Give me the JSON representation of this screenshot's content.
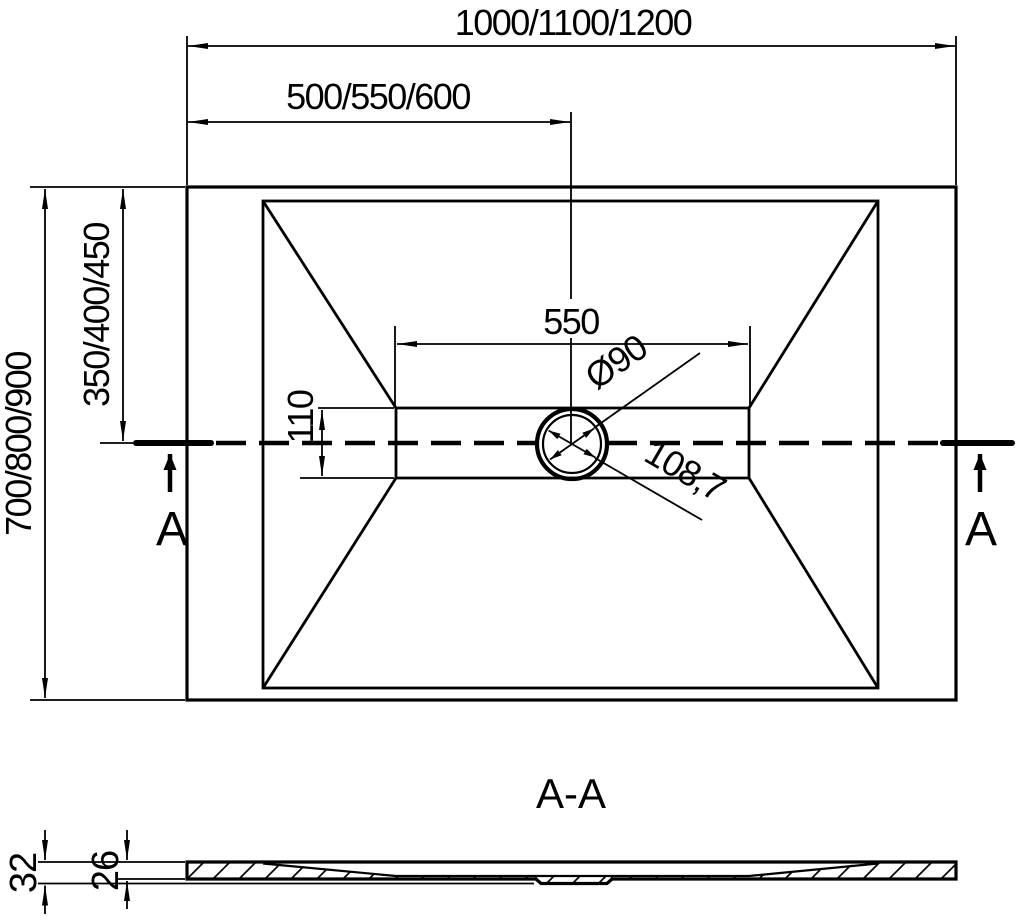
{
  "drawing": {
    "type": "technical-dimension-drawing",
    "plan": {
      "dim_overall_width": "1000/1100/1200",
      "dim_drain_offset_width": "500/550/600",
      "dim_overall_depth": "700/800/900",
      "dim_drain_offset_depth": "350/400/450",
      "dim_flat_zone_width": "550",
      "dim_flat_zone_depth": "110",
      "dim_drain_diameter": "Ø90",
      "dim_drain_diagonal": "108,7",
      "section_marker_left": "A",
      "section_marker_right": "A"
    },
    "section": {
      "title": "A-A",
      "dim_total_height": "32",
      "dim_edge_height": "26"
    },
    "colors": {
      "line": "#000000",
      "background": "#ffffff"
    }
  }
}
